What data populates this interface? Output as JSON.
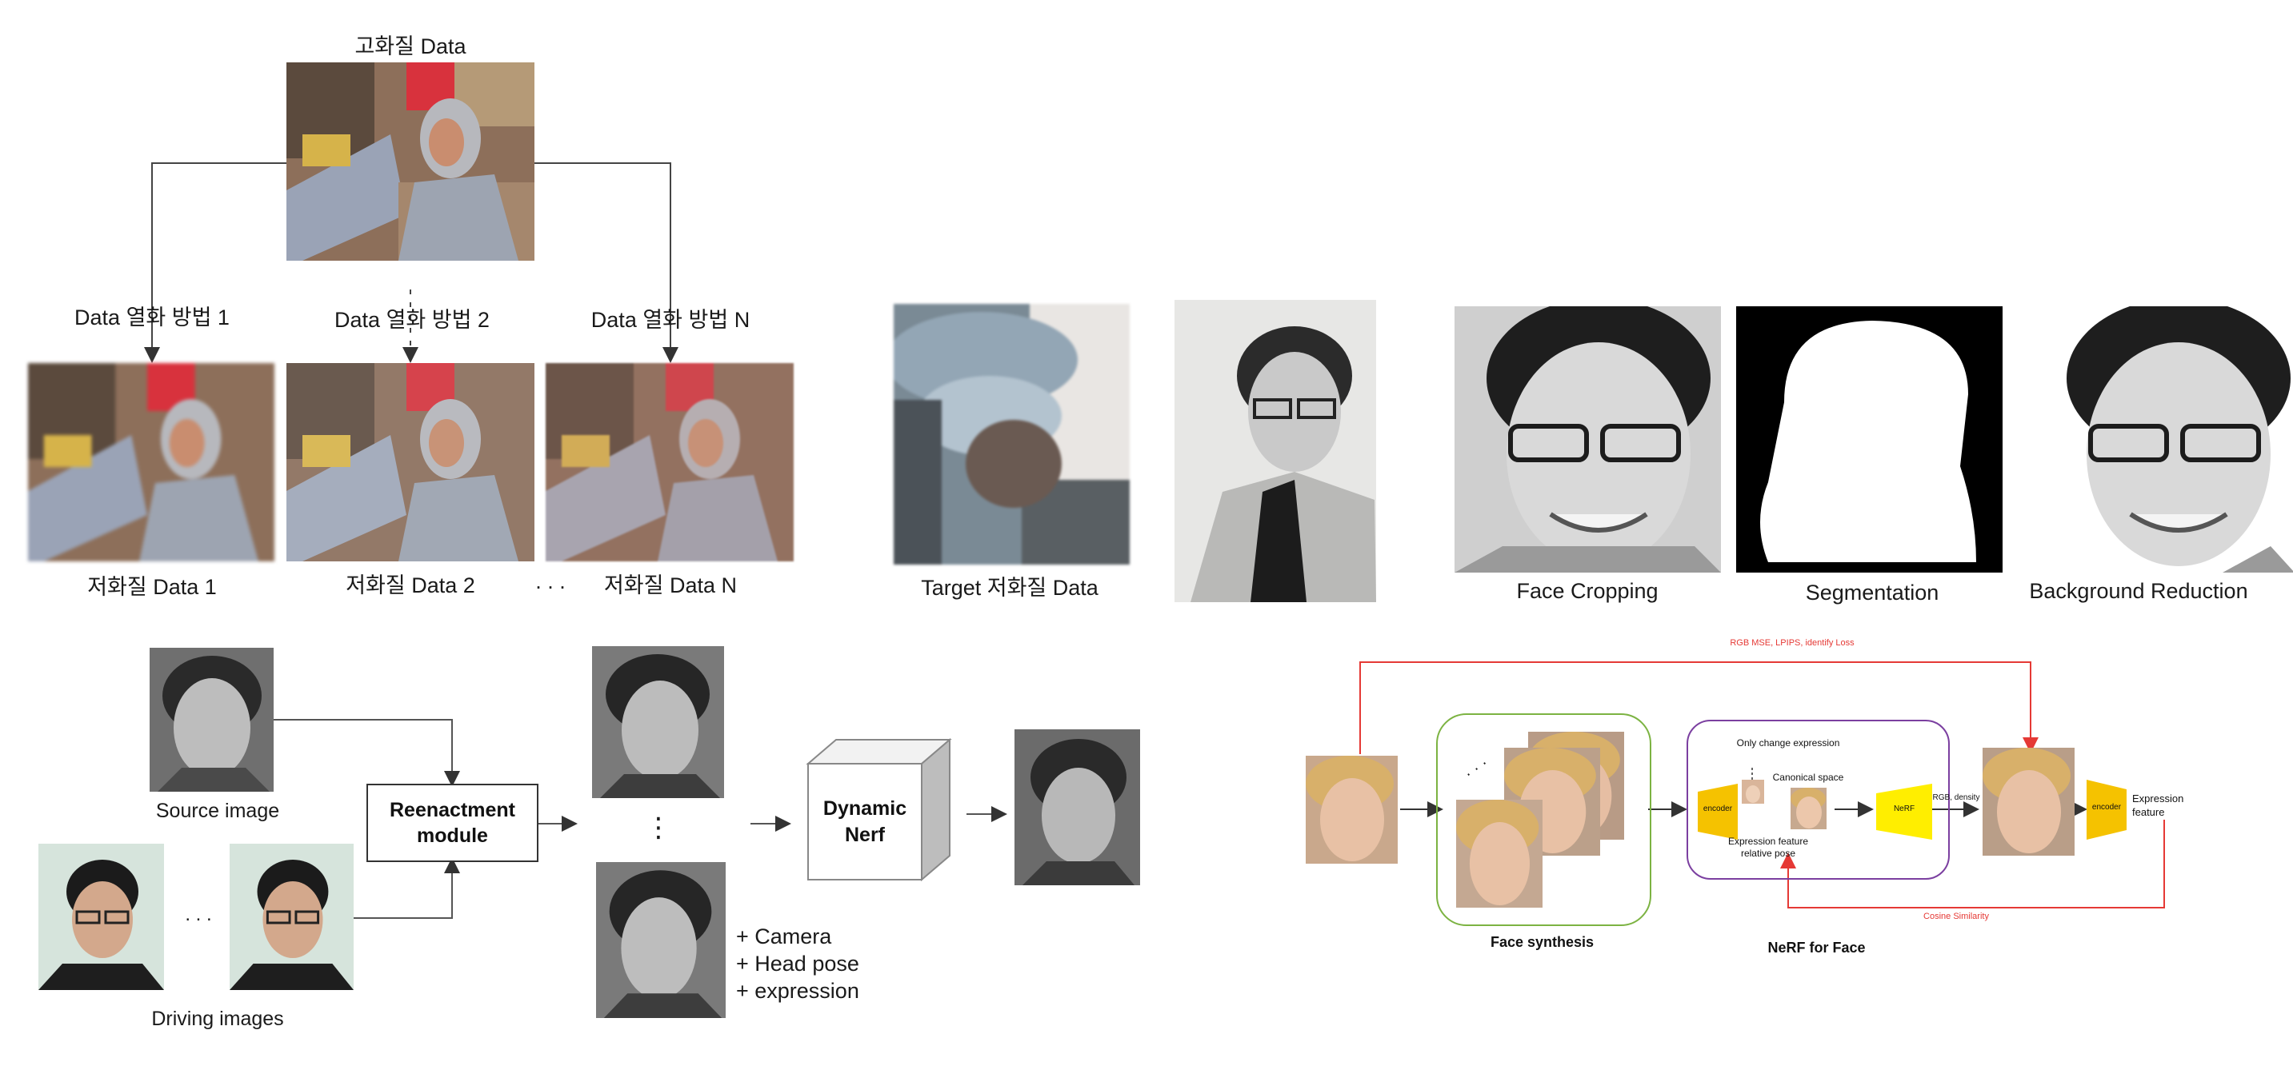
{
  "top_left": {
    "hq_label": "고화질 Data",
    "methods": [
      "Data 열화 방법  1",
      "Data 열화 방법  2",
      "Data 열화 방법  N"
    ],
    "lq_labels": [
      "저화질 Data 1",
      "저화질 Data 2",
      "저화질 Data N"
    ],
    "ellipsis": ". . ."
  },
  "top_middle": {
    "target_label": "Target  저화질 Data"
  },
  "top_right": {
    "steps": [
      "Face Cropping",
      "Segmentation",
      "Background Reduction"
    ]
  },
  "bottom_left": {
    "source_label": "Source image",
    "driving_label": "Driving images",
    "driving_ellipsis": ". . .",
    "reenact_module": "Reenactment module",
    "vertical_ellipsis": "⋮",
    "dynamic_nerf": "Dynamic Nerf",
    "conditions": [
      "+ Camera",
      "+ Head pose",
      "+ expression"
    ]
  },
  "bottom_right": {
    "top_loss": "RGB MSE, LPIPS, identify Loss",
    "bottom_loss": "Cosine Similarity",
    "face_synthesis": "Face synthesis",
    "nerf_for_face": "NeRF for Face",
    "only_change": "Only change expression",
    "canonical": "Canonical space",
    "expr_feature_pose": "Expression feature relative pose",
    "encoder1": "encoder",
    "nerf": "NeRF",
    "rgb_density": "RGB, density",
    "encoder2": "encoder",
    "expression_feature": "Expression feature"
  },
  "colors": {
    "synthesis_green": "#7cb342",
    "nerf_purple": "#7b3fa0",
    "loss_red": "#e53935",
    "encoder_yellow": "#f5c200",
    "nerf_yellow": "#ffee00"
  }
}
